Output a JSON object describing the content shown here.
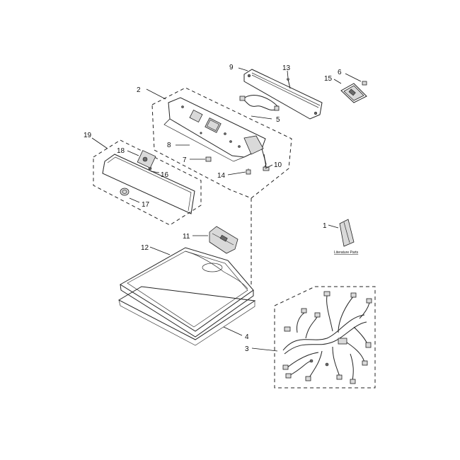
{
  "callouts": {
    "c1": "1",
    "c2": "2",
    "c3": "3",
    "c4": "4",
    "c5": "5",
    "c6": "6",
    "c7": "7",
    "c8": "8",
    "c9": "9",
    "c10": "10",
    "c11": "11",
    "c12": "12",
    "c13": "13",
    "c14": "14",
    "c15": "15",
    "c16": "16",
    "c17": "17",
    "c18": "18",
    "c19": "19"
  },
  "literature_label": "Literature Parts"
}
